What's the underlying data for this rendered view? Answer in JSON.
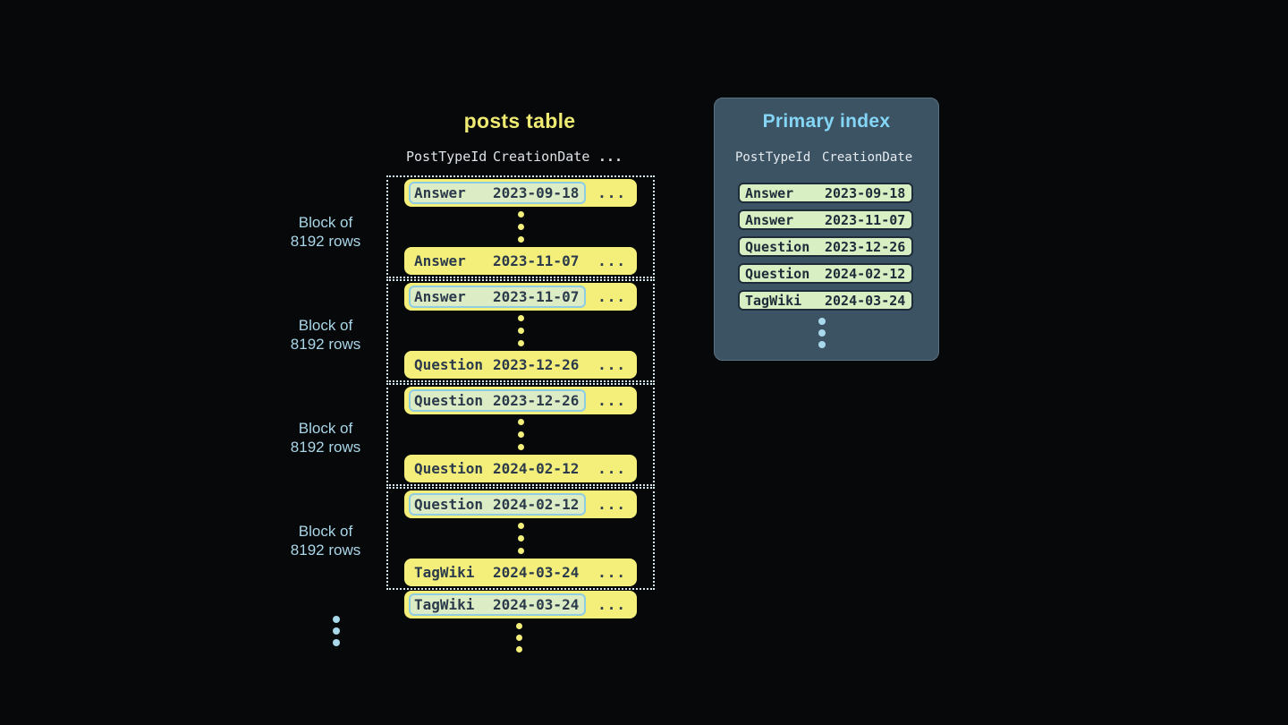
{
  "posts_table": {
    "title": "posts table",
    "header": {
      "col_type": "PostTypeId",
      "col_date": "CreationDate",
      "ellipsis": "..."
    },
    "block_label": {
      "line1": "Block of",
      "line2": "8192 rows"
    },
    "row_ellipsis": "...",
    "blocks": [
      {
        "first": {
          "type": "Answer",
          "date": "2023-09-18"
        },
        "last": {
          "type": "Answer",
          "date": "2023-11-07"
        }
      },
      {
        "first": {
          "type": "Answer",
          "date": "2023-11-07"
        },
        "last": {
          "type": "Question",
          "date": "2023-12-26"
        }
      },
      {
        "first": {
          "type": "Question",
          "date": "2023-12-26"
        },
        "last": {
          "type": "Question",
          "date": "2024-02-12"
        }
      },
      {
        "first": {
          "type": "Question",
          "date": "2024-02-12"
        },
        "last": {
          "type": "TagWiki",
          "date": "2024-03-24"
        }
      }
    ],
    "overflow_row": {
      "type": "TagWiki",
      "date": "2024-03-24"
    }
  },
  "primary_index": {
    "title": "Primary index",
    "header": {
      "col_type": "PostTypeId",
      "col_date": "CreationDate"
    },
    "rows": [
      {
        "type": "Answer",
        "date": "2023-09-18"
      },
      {
        "type": "Answer",
        "date": "2023-11-07"
      },
      {
        "type": "Question",
        "date": "2023-12-26"
      },
      {
        "type": "Question",
        "date": "2024-02-12"
      },
      {
        "type": "TagWiki",
        "date": "2024-03-24"
      }
    ]
  },
  "colors": {
    "background": "#07080a",
    "row_yellow": "#f4ef7b",
    "highlight_green": "#dcedc6",
    "highlight_border": "#8ecde2",
    "dark_text": "#2c3b4c",
    "index_panel": "#3c5364",
    "index_row_green": "#d8eec3",
    "index_row_border": "#1e2b39",
    "title_yellow": "#eeea72",
    "accent_blue": "#85d6f6",
    "label_blue": "#a9d6e8",
    "dotted_border": "#d4e8ef",
    "header_text": "#dde3e8"
  }
}
